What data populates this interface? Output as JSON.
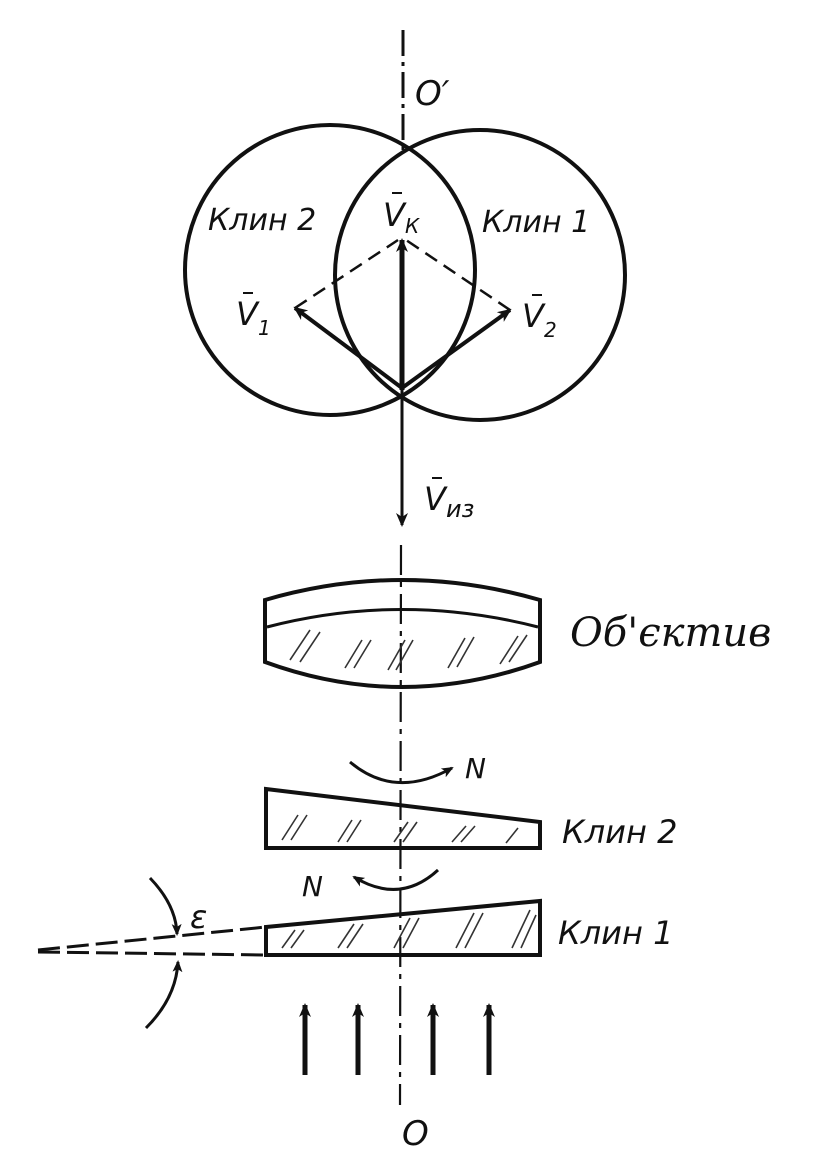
{
  "labels": {
    "axis_top": "O′",
    "axis_bottom": "O",
    "wedge2_circle": "Клин 2",
    "wedge1_circle": "Клин 1",
    "v_k": "V",
    "v_k_sub": "К",
    "v_1": "V",
    "v_1_sub": "1",
    "v_2": "V",
    "v_2_sub": "2",
    "v_iz": "V",
    "v_iz_sub": "из",
    "lens": "Об'єктив",
    "rotation_upper": "N",
    "rotation_lower": "N",
    "wedge2": "Клин 2",
    "wedge1": "Клин 1",
    "angle": "ε"
  },
  "colors": {
    "ink": "#111111",
    "background": "#ffffff"
  }
}
